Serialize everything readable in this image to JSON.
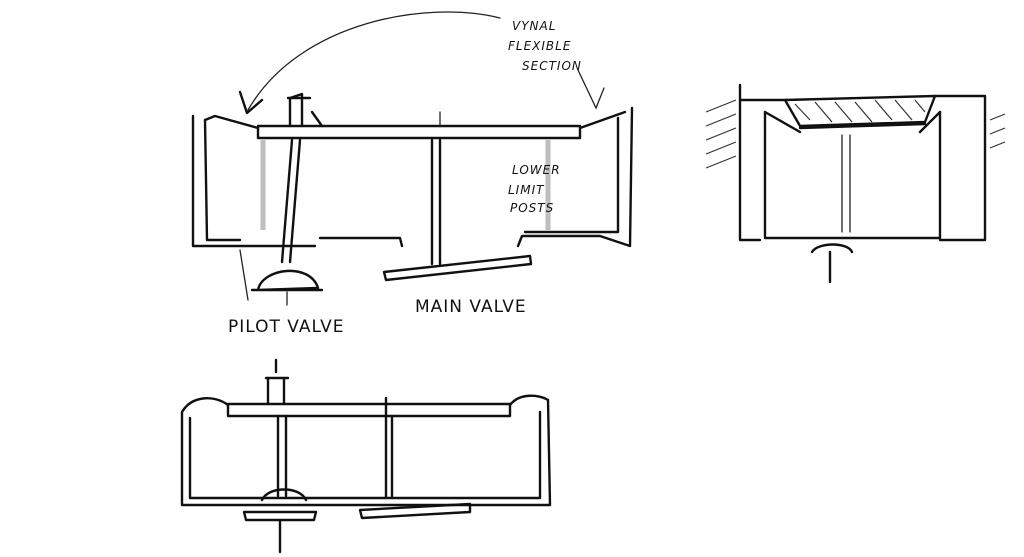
{
  "labels": {
    "flexible_section": [
      "VYNAL",
      "FLEXIBLE",
      "SECTION"
    ],
    "limit_posts": [
      "LOWER",
      "LIMIT",
      "POSTS"
    ],
    "pilot_valve": "PILOT VALVE",
    "main_valve": "MAIN VALVE"
  },
  "colors": {
    "ink": "#111111",
    "paper": "#ffffff"
  }
}
